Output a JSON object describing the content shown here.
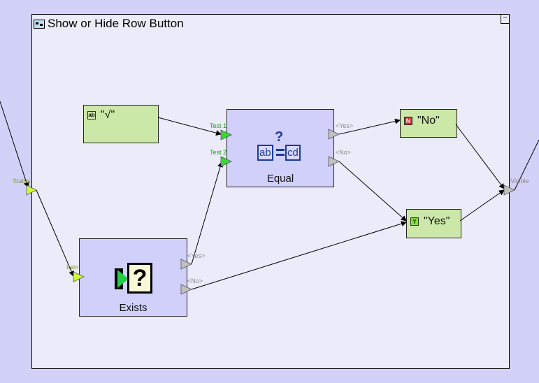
{
  "window": {
    "title": "Show or Hide Row Button",
    "minimize_label": "−"
  },
  "nodes": {
    "text_check": {
      "label": "\"√\"",
      "icon": "text-icon"
    },
    "equal": {
      "caption": "Equal",
      "in1": "Test 1",
      "in2": "Test 2",
      "out_yes": "<Yes>",
      "out_no": "<No>",
      "icon_top": "?",
      "icon_left": "ab",
      "icon_right": "cd"
    },
    "no_value": {
      "label": "\"No\"",
      "badge": "N"
    },
    "yes_value": {
      "label": "\"Yes\"",
      "badge": "Y"
    },
    "exists": {
      "caption": "Exists",
      "in": "Item",
      "out_yes": "<Yes>",
      "out_no": "<No>",
      "icon_glyph": "?"
    }
  },
  "ports": {
    "status": "Status",
    "visible": "Visible"
  },
  "colors": {
    "port_green": "#33dd33",
    "port_yellow": "#ccff33",
    "port_gray": "#c0c0c0",
    "node_green": "#cce8a8",
    "node_blue": "#d0d0fa"
  }
}
